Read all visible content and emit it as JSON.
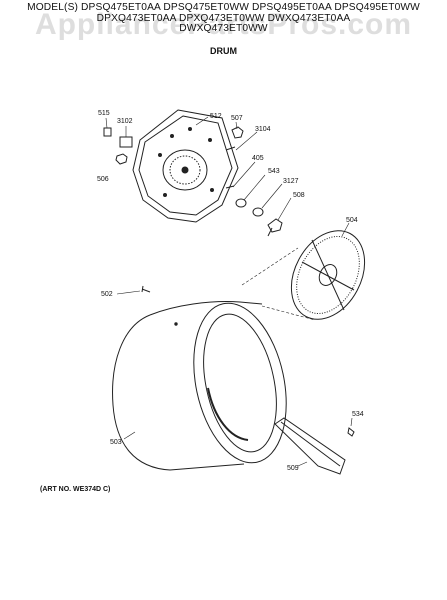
{
  "header": {
    "model_lines": [
      "MODEL(S) DPSQ475ET0AA  DPSQ475ET0WW  DPSQ495ET0AA  DPSQ495ET0WW",
      "DPXQ473ET0AA  DPXQ473ET0WW  DWXQ473ET0AA",
      "DWXQ473ET0WW"
    ],
    "section_title": "DRUM",
    "watermark": "AppliancePartsPros.com"
  },
  "art_number": "(ART NO. WE374D C)",
  "labels": {
    "p515": "515",
    "p3102": "3102",
    "p512": "512",
    "p507": "507",
    "p3104": "3104",
    "p506": "506",
    "p405": "405",
    "p543": "543",
    "p3127": "3127",
    "p508": "508",
    "p504": "504",
    "p502": "502",
    "p503": "503",
    "p534": "534",
    "p509": "509"
  }
}
